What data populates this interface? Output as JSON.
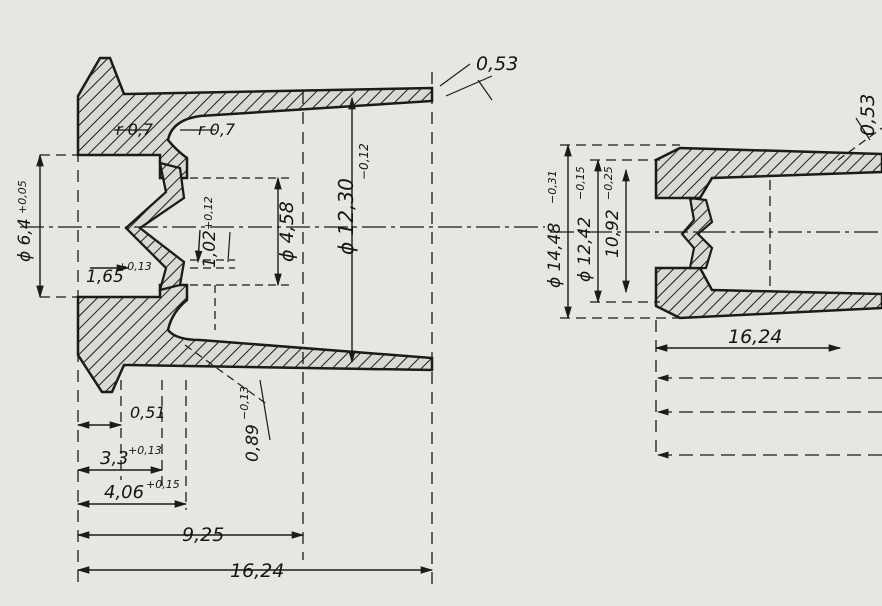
{
  "left_part": {
    "surface_angle": "0,53",
    "radius_outer": "r 0,7",
    "radius_inner": "r 0,7",
    "dia_64": "ϕ 6,4",
    "dia_64_tol": "+0,05",
    "dia_458": "ϕ 4,58",
    "dia_1230": "ϕ 12,30",
    "dia_1230_tol": "−0,12",
    "w_165": "1,65",
    "w_165_tol": "+0,13",
    "h_102": "1,02",
    "h_102_tol": "+0,12",
    "d_051": "0,51",
    "d_33": "3,3",
    "d_33_tol": "+0,13",
    "d_406": "4,06",
    "d_406_tol": "+0,15",
    "d_089": "0,89",
    "d_089_tol": "−0,13",
    "d_925": "9,25",
    "d_1624": "16,24"
  },
  "right_part": {
    "surface_angle": "0,53",
    "dia_1448": "ϕ 14,48",
    "dia_1448_tol": "−0,31",
    "dia_1242": "ϕ 12,42",
    "dia_1242_tol": "−0,15",
    "d_1092": "10,92",
    "d_1092_tol": "−0,25",
    "d_1624": "16,24"
  }
}
